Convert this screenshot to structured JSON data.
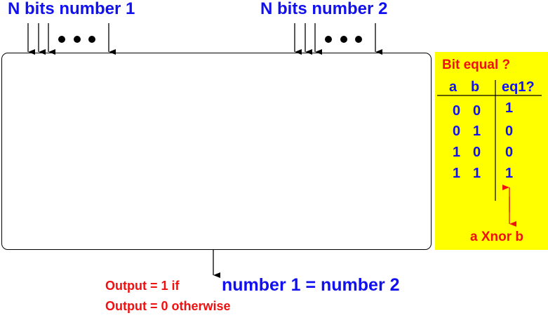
{
  "inputs": {
    "number1_label": "N bits number 1",
    "number2_label": "N bits number 2"
  },
  "truth_table": {
    "title": "Bit equal ?",
    "headers": [
      "a",
      "b",
      "eq1?"
    ],
    "rows": [
      [
        "0",
        "0",
        "1"
      ],
      [
        "0",
        "1",
        "0"
      ],
      [
        "1",
        "0",
        "0"
      ],
      [
        "1",
        "1",
        "1"
      ]
    ],
    "note": "a Xnor b"
  },
  "output": {
    "line1_prefix": "Output = 1  if",
    "line1_condition": "number 1 = number 2",
    "line2": "Output = 0  otherwise"
  },
  "colors": {
    "label_blue": "#1010f0",
    "label_red": "#f01010",
    "panel_yellow": "#ffff00"
  }
}
